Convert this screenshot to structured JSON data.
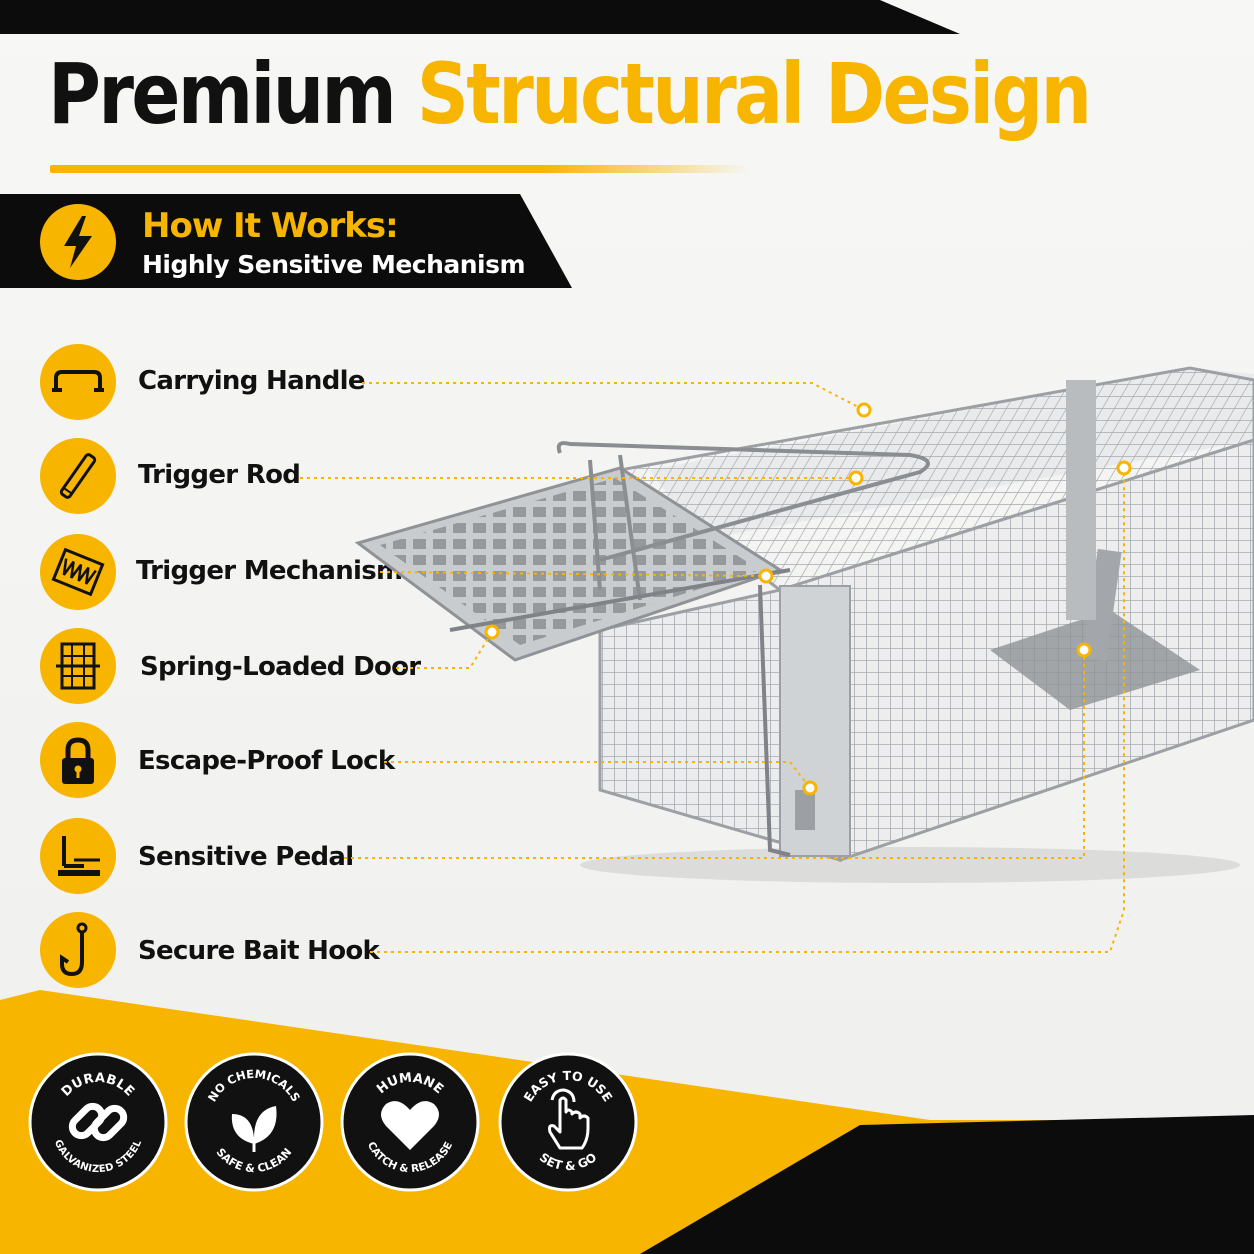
{
  "heading": {
    "word1": "Premium",
    "word2": "Structural Design"
  },
  "how_it_works": {
    "title": "How It Works:",
    "subtitle": "Highly Sensitive Mechanism",
    "icon": "lightning-bolt-icon"
  },
  "features": [
    {
      "label": "Carrying Handle",
      "icon": "handle-icon"
    },
    {
      "label": "Trigger Rod",
      "icon": "rod-icon"
    },
    {
      "label": "Trigger Mechanism",
      "icon": "spring-icon"
    },
    {
      "label": "Spring-Loaded Door",
      "icon": "door-icon"
    },
    {
      "label": "Escape-Proof Lock",
      "icon": "padlock-icon"
    },
    {
      "label": "Sensitive Pedal",
      "icon": "pedal-icon"
    },
    {
      "label": "Secure Bait Hook",
      "icon": "hook-icon"
    }
  ],
  "badges": [
    {
      "top": "DURABLE",
      "bottom": "GALVANIZED STEEL",
      "icon": "chain-link-icon"
    },
    {
      "top": "NO CHEMICALS",
      "bottom": "SAFE & CLEAN",
      "icon": "leaf-icon"
    },
    {
      "top": "HUMANE",
      "bottom": "CATCH & RELEASE",
      "icon": "heart-icon"
    },
    {
      "top": "EASY TO USE",
      "bottom": "SET & GO",
      "icon": "tap-hand-icon"
    }
  ],
  "colors": {
    "accent": "#f7b500",
    "dark": "#111111",
    "background": "#f4f4f2",
    "steel": "#b9bcbf"
  }
}
